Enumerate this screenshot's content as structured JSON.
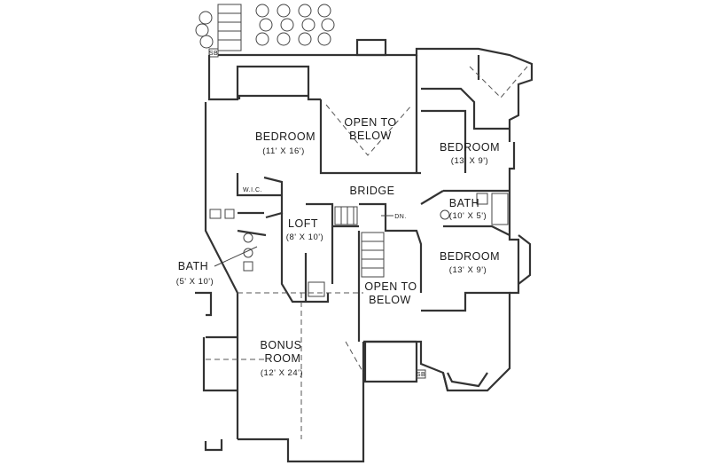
{
  "rooms": {
    "bedroom_a": {
      "name": "BEDROOM",
      "dims": "(11' X 16')"
    },
    "open_below_a": {
      "line1": "OPEN TO",
      "line2": "BELOW"
    },
    "bedroom_b": {
      "name": "BEDROOM",
      "dims": "(13' X 9')"
    },
    "bridge": {
      "name": "BRIDGE"
    },
    "wic": {
      "name": "W.I.C."
    },
    "bath_small": {
      "name": "BATH",
      "dims": "(10' X 5')"
    },
    "loft": {
      "name": "LOFT",
      "dims": "(8' X 10')"
    },
    "bedroom_c": {
      "name": "BEDROOM",
      "dims": "(13' X 9')"
    },
    "bath_left": {
      "name": "BATH",
      "dims": "(5' X 10')"
    },
    "open_below_b": {
      "line1": "OPEN TO",
      "line2": "BELOW"
    },
    "bonus": {
      "line1": "BONUS",
      "line2": "ROOM",
      "dims": "(12' X 24')"
    }
  },
  "stair_dn": "DN.",
  "marks": {
    "m1": "SB",
    "m2": "SB"
  }
}
